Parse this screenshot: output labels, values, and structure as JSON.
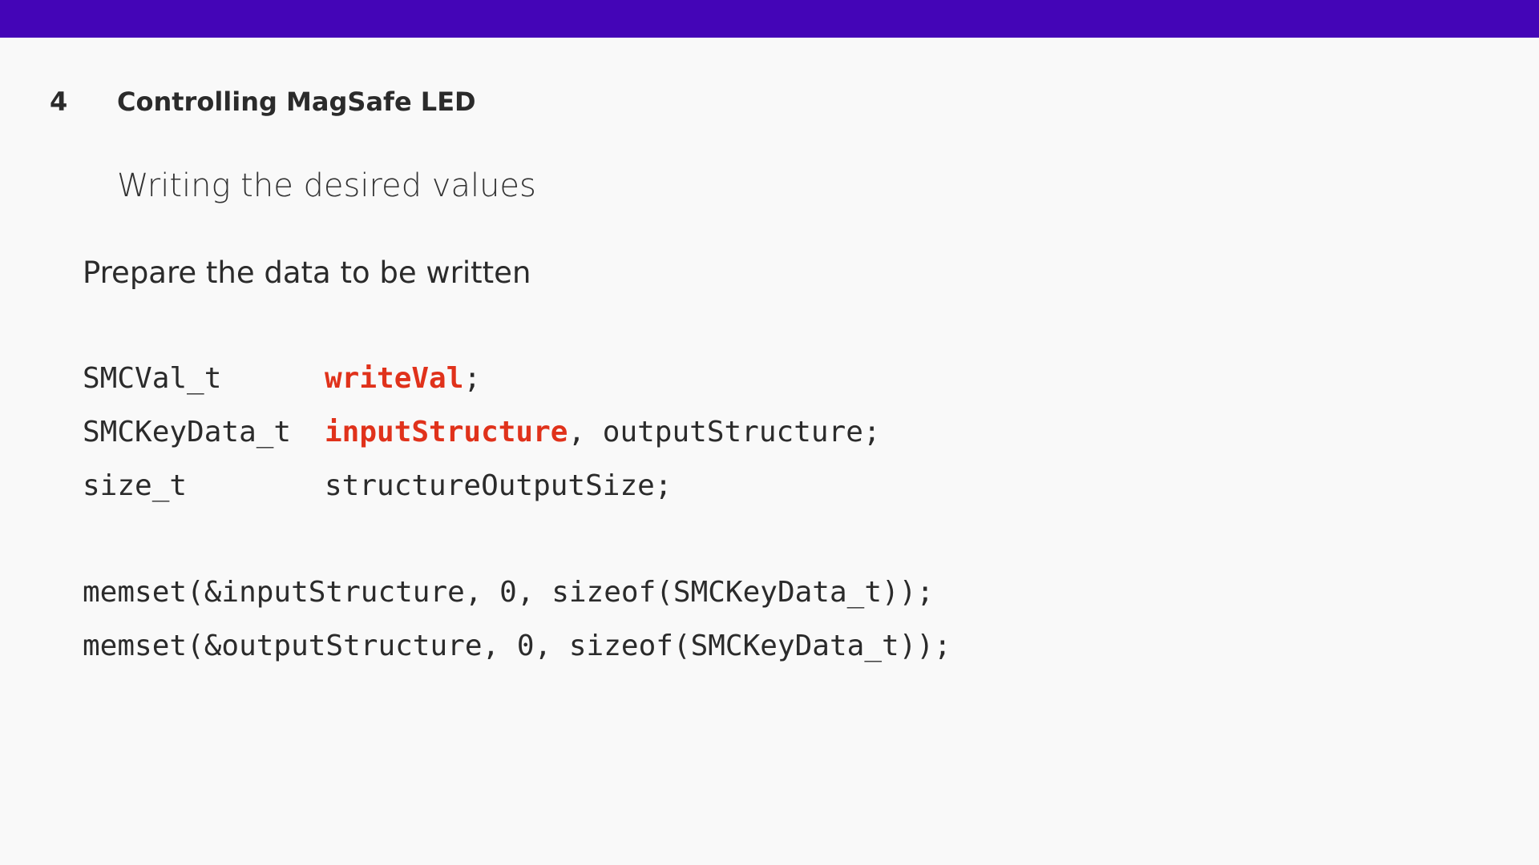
{
  "header": {
    "number": "4",
    "title": "Controlling MagSafe LED"
  },
  "slide": {
    "subtitle": "Writing the desired values",
    "intro": "Prepare the data to be written"
  },
  "code": {
    "declarations": [
      {
        "type": "SMCVal_t",
        "highlighted": "writeVal",
        "rest": ";"
      },
      {
        "type": "SMCKeyData_t",
        "highlighted": "inputStructure",
        "rest": ", outputStructure;"
      },
      {
        "type": "size_t",
        "highlighted": "",
        "rest": "structureOutputSize;"
      }
    ],
    "statements": [
      "memset(&inputStructure, 0, sizeof(SMCKeyData_t));",
      "memset(&outputStructure, 0, sizeof(SMCKeyData_t));"
    ]
  },
  "colors": {
    "accent_bar": "#4405b7",
    "highlight": "#e0321b",
    "background": "#f9f9f9",
    "text": "#2b2b2b"
  }
}
